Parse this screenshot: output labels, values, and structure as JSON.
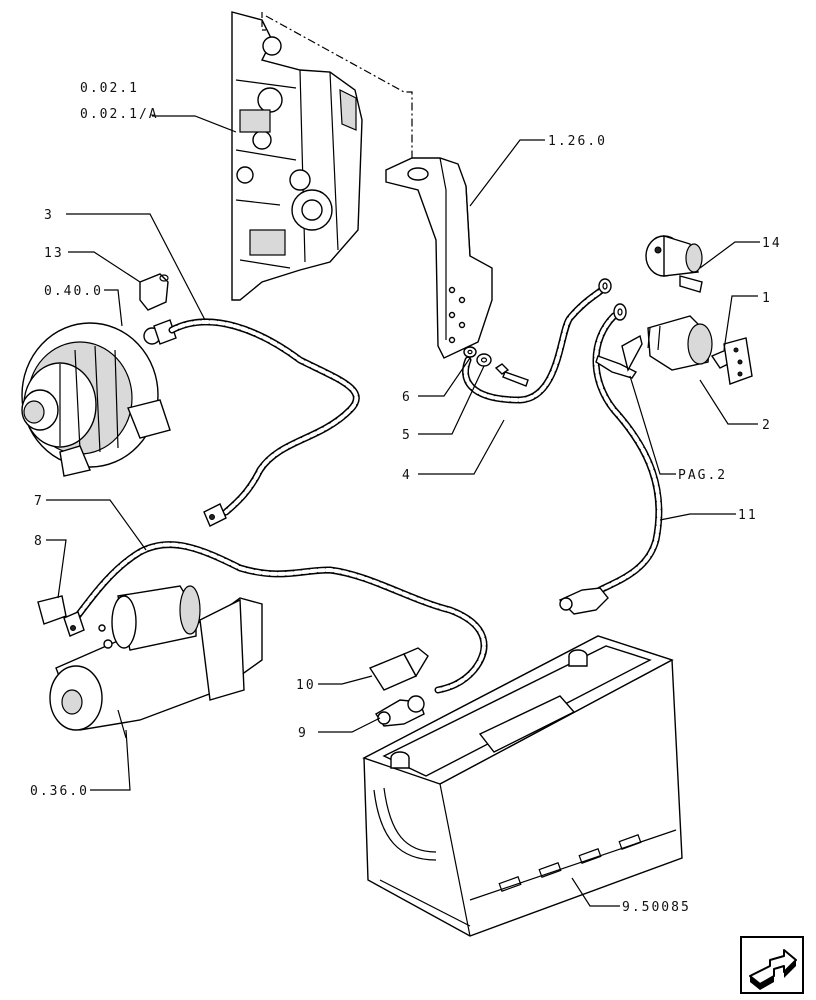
{
  "labels": {
    "ref_engine_a": "0.02.1",
    "ref_engine_b": "0.02.1/A",
    "ref_bracket": "1.26.0",
    "ref_alternator": "0.40.0",
    "ref_starter": "0.36.0",
    "ref_battery": "9.50085",
    "ref_page": "PAG.2",
    "n1": "1",
    "n2": "2",
    "n3": "3",
    "n4": "4",
    "n5": "5",
    "n6": "6",
    "n7": "7",
    "n8": "8",
    "n9": "9",
    "n10": "10",
    "n11": "11",
    "n13": "13",
    "n14": "14"
  },
  "icons": {
    "nav": "next-page-arrow-icon"
  },
  "colors": {
    "ink": "#000000",
    "paper": "#ffffff"
  }
}
